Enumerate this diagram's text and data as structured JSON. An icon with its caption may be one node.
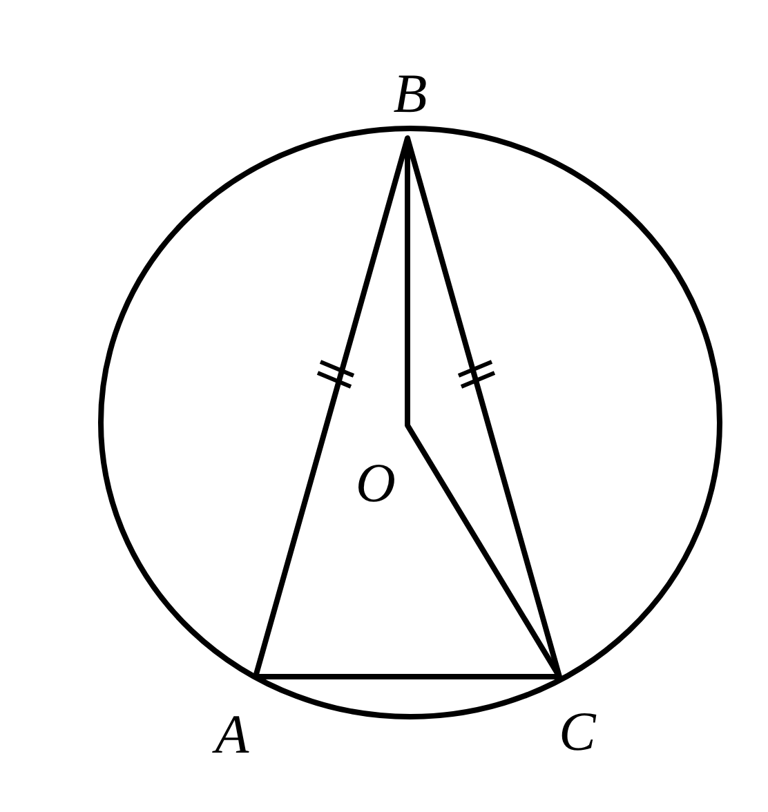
{
  "diagram": {
    "labels": [
      "B",
      "O",
      "A",
      "C"
    ]
  }
}
